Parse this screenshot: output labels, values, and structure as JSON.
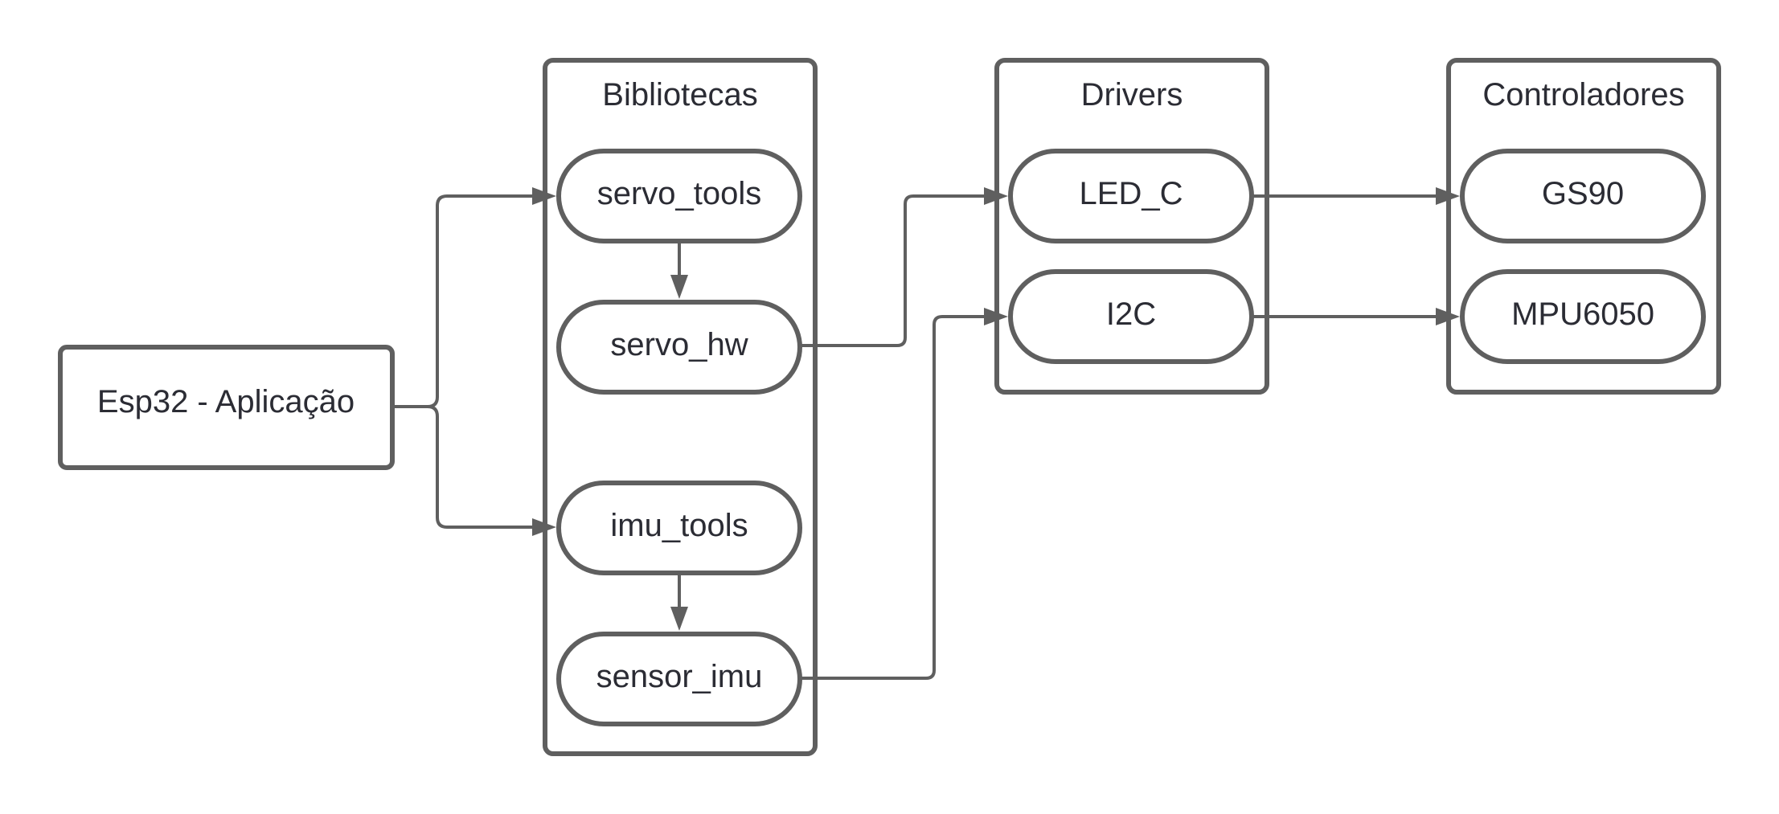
{
  "diagram": {
    "app": {
      "label": "Esp32 - Aplicação"
    },
    "groups": [
      {
        "title": "Bibliotecas",
        "nodes": [
          "servo_tools",
          "servo_hw",
          "imu_tools",
          "sensor_imu"
        ]
      },
      {
        "title": "Drivers",
        "nodes": [
          "LED_C",
          "I2C"
        ]
      },
      {
        "title": "Controladores",
        "nodes": [
          "GS90",
          "MPU6050"
        ]
      }
    ],
    "edges": [
      {
        "from": "Esp32 - Aplicação",
        "to": "servo_tools"
      },
      {
        "from": "Esp32 - Aplicação",
        "to": "imu_tools"
      },
      {
        "from": "servo_tools",
        "to": "servo_hw"
      },
      {
        "from": "imu_tools",
        "to": "sensor_imu"
      },
      {
        "from": "servo_hw",
        "to": "LED_C"
      },
      {
        "from": "sensor_imu",
        "to": "I2C"
      },
      {
        "from": "LED_C",
        "to": "GS90"
      },
      {
        "from": "I2C",
        "to": "MPU6050"
      }
    ],
    "colors": {
      "stroke": "#5f5f5f",
      "text": "#2b2c34",
      "background": "#ffffff"
    }
  }
}
